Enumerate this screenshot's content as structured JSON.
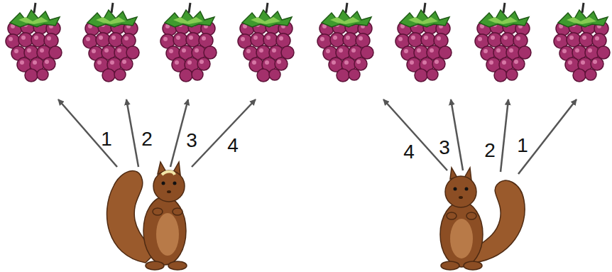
{
  "diagram": {
    "labels": [
      "1",
      "2",
      "3",
      "4",
      "4",
      "3",
      "2",
      "1"
    ]
  }
}
